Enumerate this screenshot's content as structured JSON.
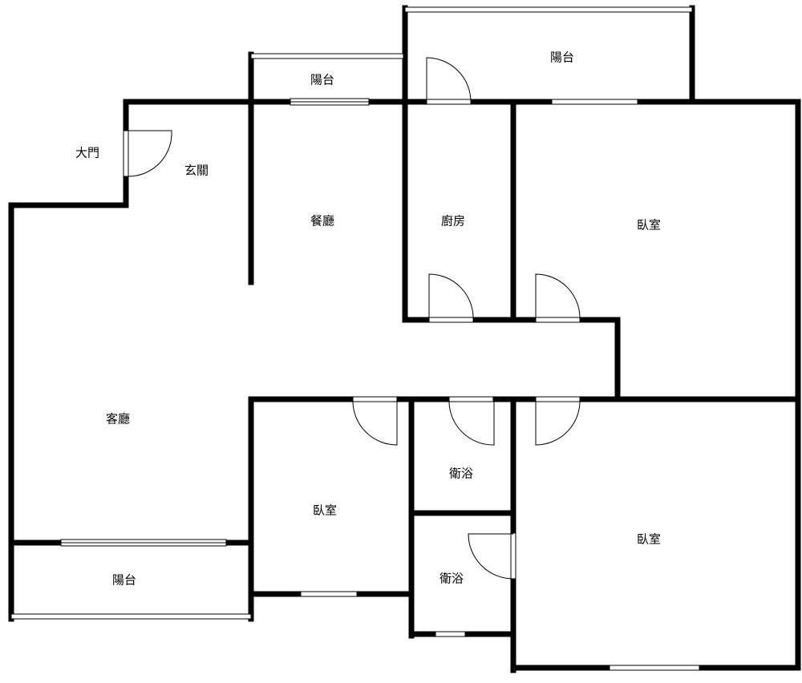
{
  "rooms": {
    "main_door": "大門",
    "foyer": "玄關",
    "balcony_top_left": "陽台",
    "balcony_top_right": "陽台",
    "dining": "餐廳",
    "kitchen": "廚房",
    "bedroom_top_right": "臥室",
    "living": "客廳",
    "bedroom_middle": "臥室",
    "bath_upper": "衛浴",
    "bath_lower": "衛浴",
    "bedroom_bottom_right": "臥室",
    "balcony_bottom_left": "陽台"
  }
}
